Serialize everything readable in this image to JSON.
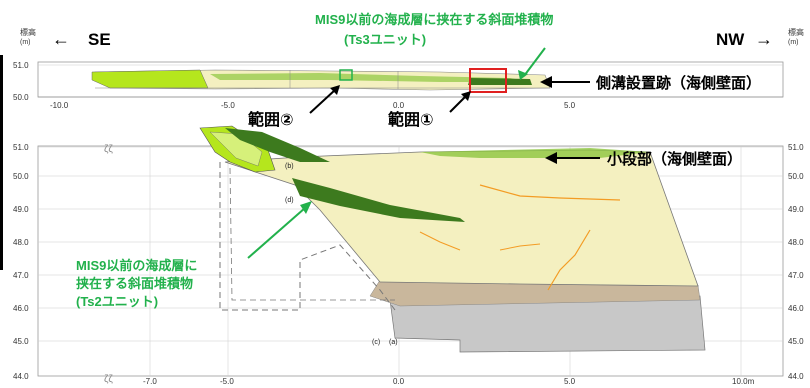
{
  "upper_section": {
    "y_axis_title": "標高",
    "y_axis_unit": "(m)",
    "y_ticks": [
      "51.0",
      "50.0"
    ],
    "x_ticks": [
      "-10.0",
      "-5.0",
      "0.0",
      "5.0"
    ],
    "direction_left": "SE",
    "direction_right": "NW",
    "wall_label": "側溝設置跡（海側壁面）"
  },
  "lower_section": {
    "y_ticks": [
      "51.0",
      "50.0",
      "49.0",
      "48.0",
      "47.0",
      "46.0",
      "45.0",
      "44.0"
    ],
    "x_ticks": [
      "-7.0",
      "-5.0",
      "0.0",
      "5.0",
      "10.0m"
    ],
    "wall_label": "小段部（海側壁面）",
    "point_labels": [
      "(a)",
      "(b)",
      "(c)",
      "(d)"
    ]
  },
  "annotations": {
    "ts3_line1": "MIS9以前の海成層に挟在する斜面堆積物",
    "ts3_line2": "(Ts3ユニット)",
    "ts2_line1": "MIS9以前の海成層に",
    "ts2_line2": "挟在する斜面堆積物",
    "ts2_line3": "(Ts2ユニット)",
    "range1": "範囲①",
    "range2": "範囲②",
    "arrow_left": "←",
    "arrow_right": "→"
  },
  "colors": {
    "annotation_green": "#22b14c",
    "ts_unit_dark_green": "#3d7a1e",
    "light_green": "#b5e61d",
    "yellowgreen": "#d6f07a",
    "sand": "#f4f0c0",
    "gray_base": "#c8c8c8",
    "range1_box": "#e02020",
    "range2_box": "#22b14c"
  }
}
